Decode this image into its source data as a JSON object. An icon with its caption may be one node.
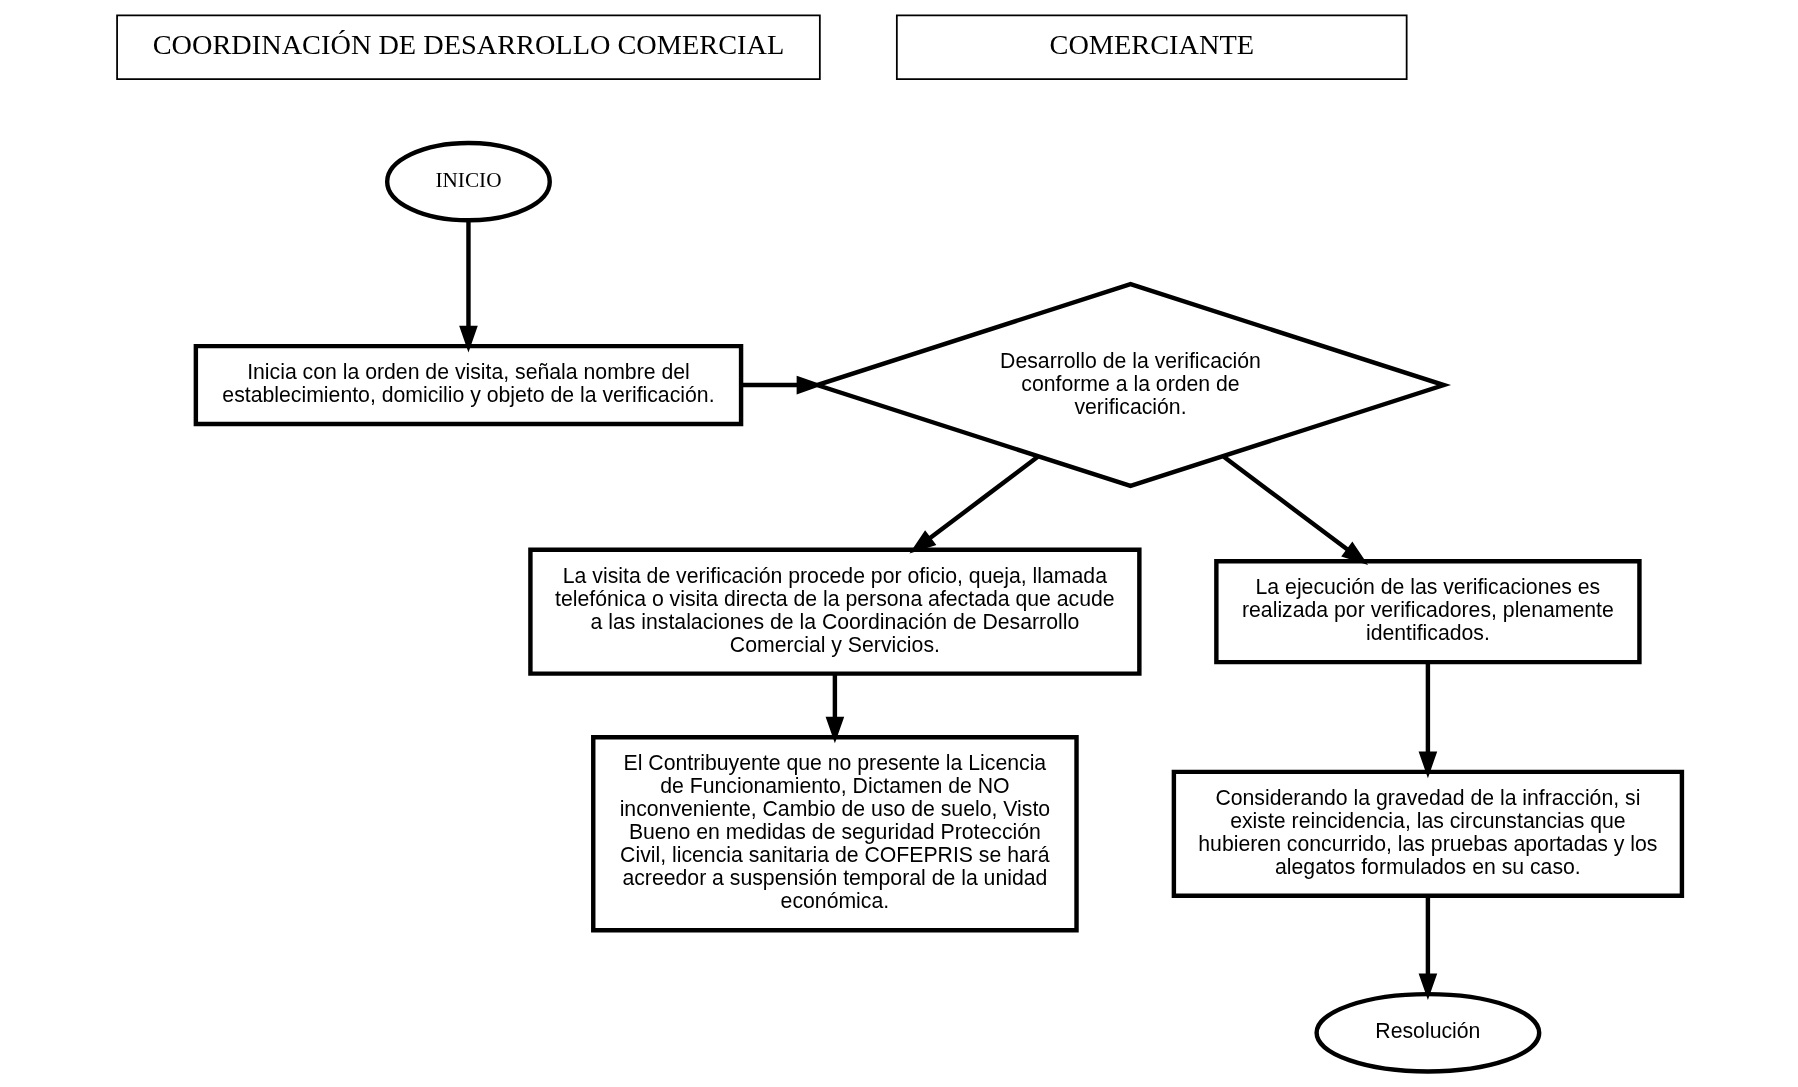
{
  "diagram": {
    "nodes": [
      {
        "text": [
          "INICIO"
        ]
      },
      {
        "text": [
          "Inicia con la orden de visita, señala nombre del establecimiento, domicilio y objeto de la verificación."
        ]
      },
      {
        "text": [
          "Desarrollo de la verificación conforme a la orden de verificación."
        ]
      },
      {
        "text": [
          "La visita de verificación procede por oficio, queja, llamada telefónica o visita directa de la persona afectada que acude a las instalaciones de la Coordinación de Desarrollo Comercial y Servicios."
        ]
      },
      {
        "text": [
          "La ejecución de las verificaciones es realizada por verificadores, plenamente identificados."
        ]
      },
      {
        "text": [
          "Considerando la gravedad de la infracción, si existe reincidencia, las circunstancias que hubieren concurrido, las pruebas aportadas y los alegatos formulados en su caso."
        ]
      },
      {
        "text": [
          "El Contribuyente que no presente la Licencia de Funcionamiento, Dictamen de NO inconveniente, Cambio de uso de suelo, Visto Bueno en medidas de seguridad Protección Civil, licencia sanitaria de COFEPRIS se hará acreedor a suspensión temporal de la unidad económica."
        ]
      },
      {
        "text": [
          "Resolución"
        ]
      }
    ],
    "edges": [
      {
        "from": 0,
        "to": 1,
        "arrow": "to"
      },
      {
        "from": 1,
        "to": 2,
        "arrow": "to"
      },
      {
        "from": 2,
        "to": 3,
        "arrow": "to"
      },
      {
        "from": 2,
        "to": 4,
        "arrow": "to"
      },
      {
        "from": 4,
        "to": 5,
        "arrow": "to"
      },
      {
        "from": 3,
        "to": 6,
        "arrow": "to"
      },
      {
        "from": 5,
        "to": 7,
        "arrow": "to"
      }
    ],
    "labels": [
      "COORDINACIÓN DE DESARROLLO COMERCIAL",
      "COMERCIANTE"
    ]
  }
}
